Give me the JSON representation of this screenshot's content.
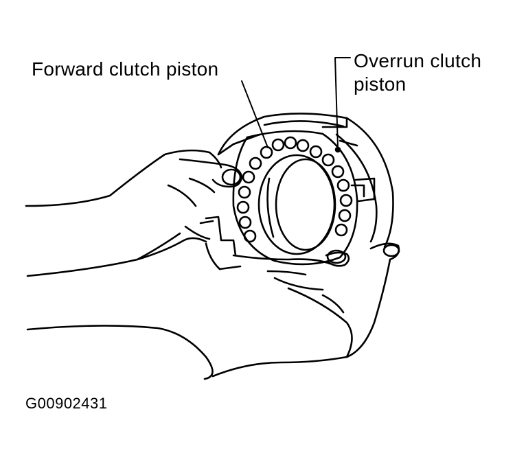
{
  "labels": {
    "forward_clutch_piston": "Forward clutch piston",
    "overrun_clutch_piston_line1": "Overrun clutch",
    "overrun_clutch_piston_line2": "piston"
  },
  "figure_id": "G00902431",
  "colors": {
    "ink": "#000000",
    "paper": "#ffffff"
  }
}
